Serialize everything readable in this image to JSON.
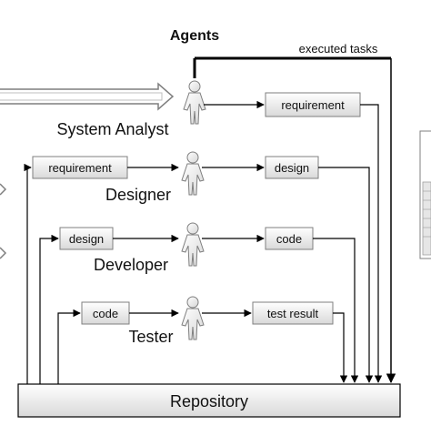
{
  "diagram": {
    "title": "Agents",
    "executed_label": "executed tasks",
    "repository_label": "Repository",
    "agents": [
      {
        "name": "System Analyst",
        "input": "",
        "output": "requirement"
      },
      {
        "name": "Designer",
        "input": "requirement",
        "output": "design"
      },
      {
        "name": "Developer",
        "input": "design",
        "output": "code"
      },
      {
        "name": "Tester",
        "input": "code",
        "output": "test result"
      }
    ]
  },
  "colors": {
    "line": "#000000",
    "box_fill_top": "#ffffff",
    "box_fill_bottom": "#d9d9d9",
    "box_border": "#7f7f7f",
    "person_fill": "#eeeeee"
  },
  "icons": [
    "person-icon",
    "double-arrow-icon"
  ]
}
